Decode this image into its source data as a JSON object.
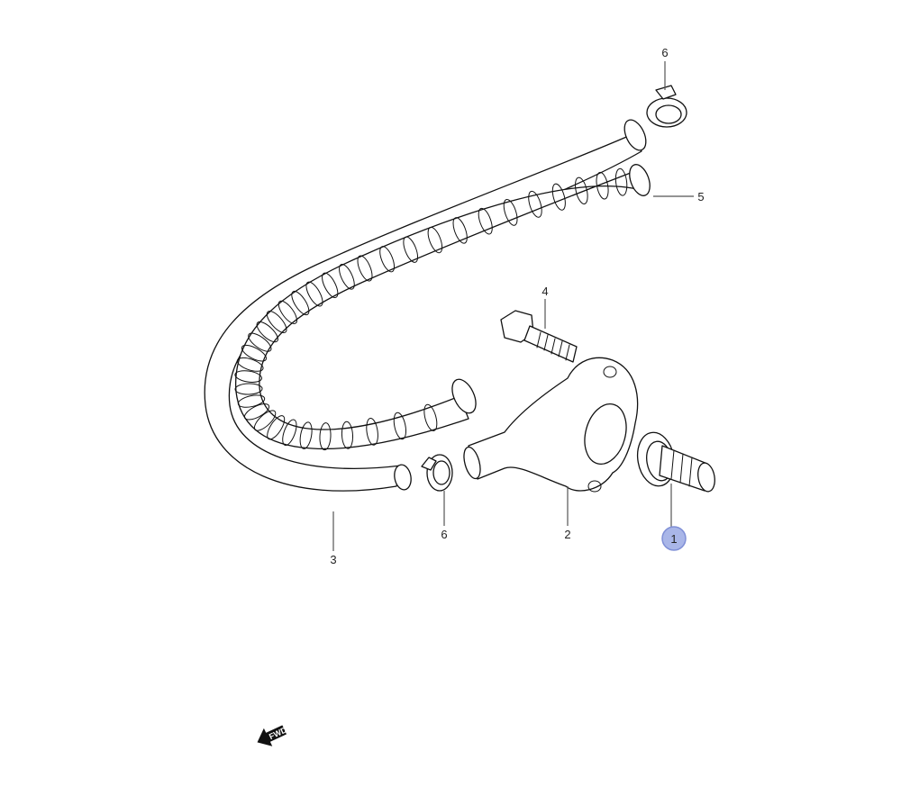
{
  "callouts": {
    "part1": "1",
    "part2": "2",
    "part3": "3",
    "part4": "4",
    "part5": "5",
    "part6_top": "6",
    "part6_bottom": "6"
  },
  "fwd_label": "FWD",
  "colors": {
    "line": "#111111",
    "leader": "#555555",
    "highlight_fill": "#a9b6e8",
    "highlight_stroke": "#7f8fd6"
  },
  "highlighted_part": "1"
}
